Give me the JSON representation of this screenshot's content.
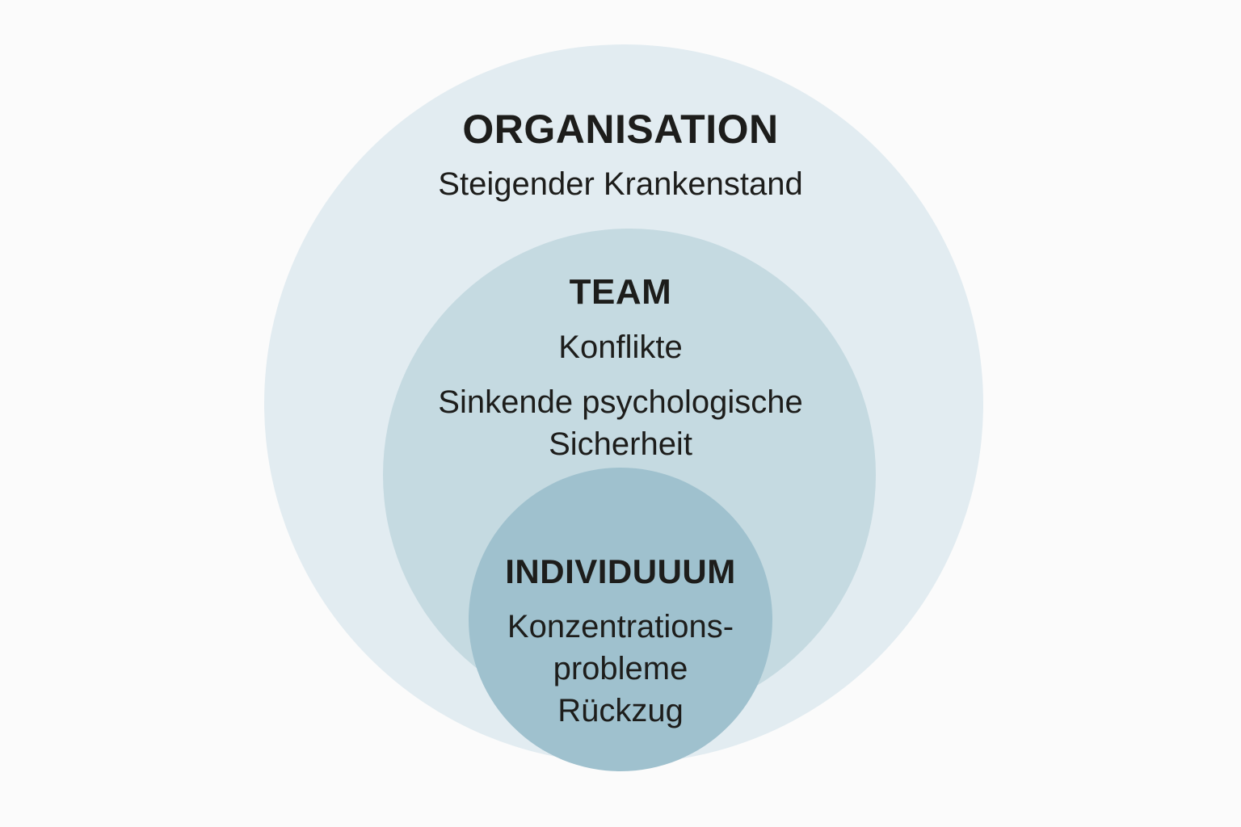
{
  "background": "#fbfbfb",
  "text_color": "#1d1d1b",
  "diagram": {
    "type": "nested-circles",
    "levels": [
      {
        "id": "organisation",
        "title": "ORGANISATION",
        "color": "#e2ecf1",
        "items": [
          {
            "lines": [
              "Steigender Krankenstand"
            ]
          }
        ]
      },
      {
        "id": "team",
        "title": "TEAM",
        "color": "#c5dae1",
        "items": [
          {
            "lines": [
              "Konflikte"
            ]
          },
          {
            "lines": [
              "Sinkende psychologische",
              "Sicherheit"
            ]
          }
        ]
      },
      {
        "id": "individuum",
        "title": "INDIVIDUUUM",
        "color": "#9fc1ce",
        "items": [
          {
            "lines": [
              "Konzentrations-",
              "probleme"
            ]
          },
          {
            "lines": [
              "Rückzug"
            ]
          }
        ]
      }
    ]
  }
}
